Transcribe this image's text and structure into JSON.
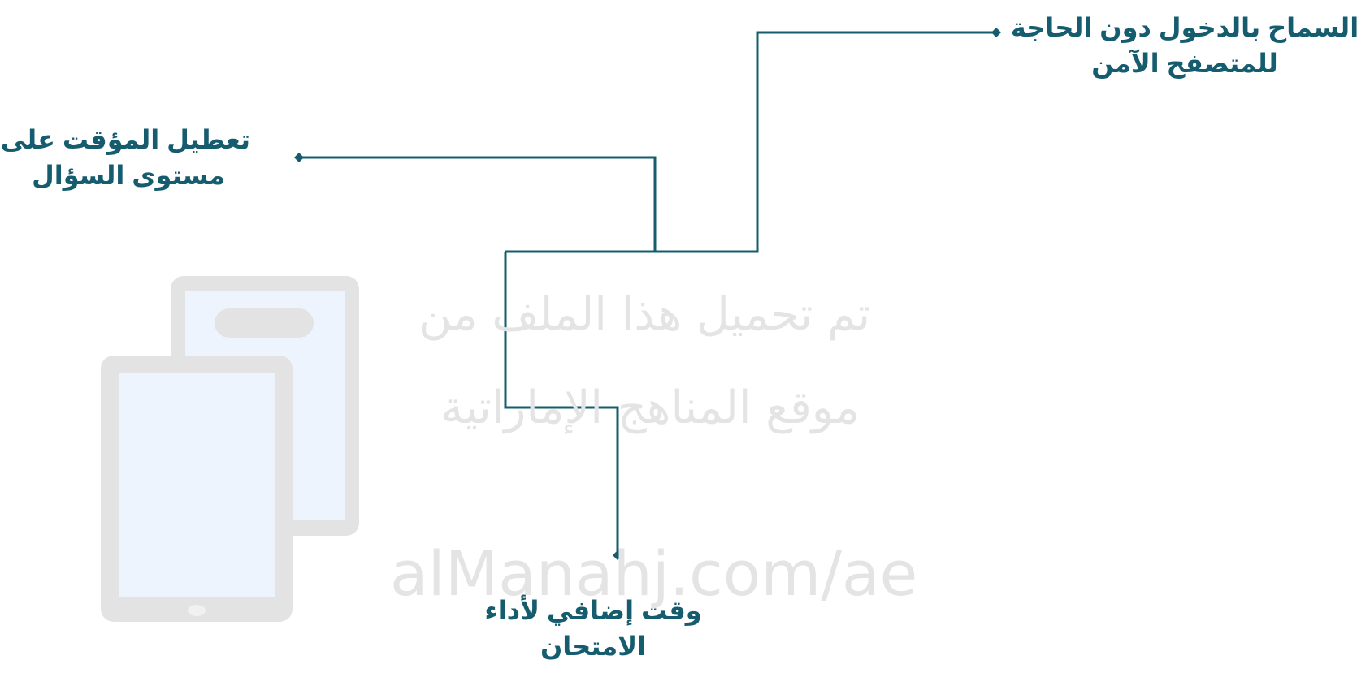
{
  "diagram": {
    "line_color": "#145c6e",
    "labels": {
      "top_right": [
        "السماح بالدخول دون الحاجة",
        "للمتصفح الآمن"
      ],
      "left": [
        "تعطيل المؤقت على",
        "مستوى السؤال"
      ],
      "bottom": [
        "وقت إضافي لأداء",
        "الامتحان"
      ]
    }
  },
  "watermark": {
    "icon": "tablet-phone-icon",
    "color": "#e0e0e0",
    "line1": "تم تحميل هذا الملف من",
    "line2": "موقع المناهج الإماراتية",
    "line3": "alManahj.com/ae"
  }
}
